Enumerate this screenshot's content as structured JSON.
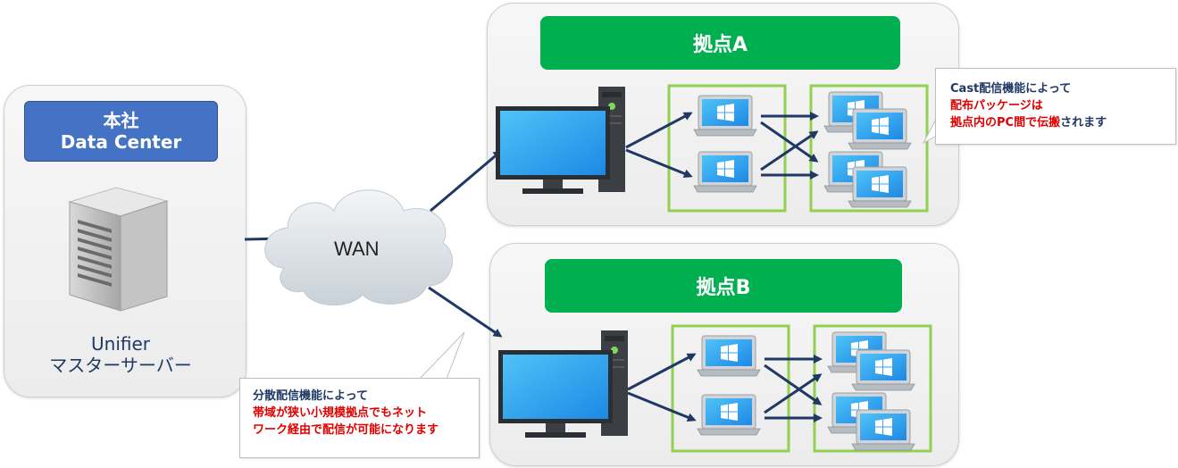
{
  "hq": {
    "title_line1": "本社",
    "title_line2": "Data Center",
    "server_name": "Unifier",
    "server_role": "マスターサーバー"
  },
  "wan": {
    "label": "WAN"
  },
  "site_a": {
    "title": "拠点A"
  },
  "site_b": {
    "title": "拠点B"
  },
  "callout_cast": {
    "line1": "Cast配信機能によって",
    "line2": "配布パッケージは",
    "line3_red": "拠点内のPC間で伝搬",
    "line3_navy": "されます"
  },
  "callout_distributed": {
    "line1": "分散配信機能によって",
    "line2": "帯域が狭い小規模拠点でもネット",
    "line3": "ワーク経由で配信が可能になります"
  },
  "colors": {
    "site_header_green": "#00b050",
    "hq_header_blue": "#4472c4",
    "group_border": "#92d050",
    "arrow_navy": "#1f3864",
    "highlight_red": "#e00000"
  },
  "icons": [
    "server-tower-icon",
    "cloud-icon",
    "desktop-pc-icon",
    "laptop-windows-icon",
    "arrow-icon"
  ]
}
